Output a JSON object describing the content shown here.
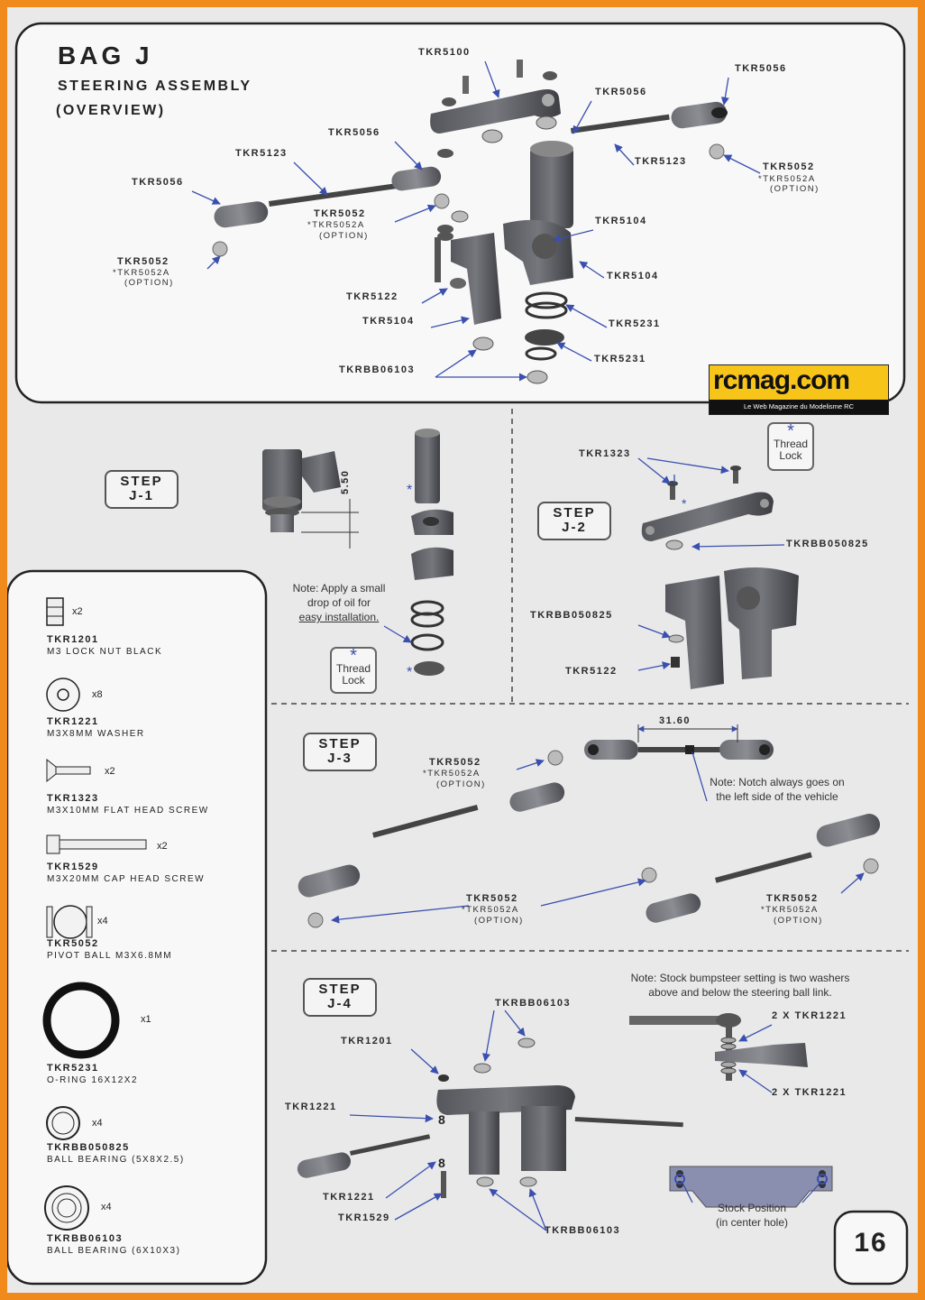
{
  "header": {
    "title": "Bag J",
    "subtitle": "Steering Assembly",
    "paren": "(overview)"
  },
  "overview_labels": {
    "tkr5100": "TKR5100",
    "tkr5056_top": "TKR5056",
    "tkr5056_mid": "TKR5056",
    "tkr5056_left": "TKR5056",
    "tkr5056_left2": "TKR5056",
    "tkr5123_left": "TKR5123",
    "tkr5123_right": "TKR5123",
    "tkr5052_mid": "TKR5052",
    "tkr5052a_mid": "*TKR5052A",
    "option_mid": "(Option)",
    "tkr5052_left": "TKR5052",
    "tkr5052a_left": "*TKR5052A",
    "option_left": "(Option)",
    "tkr5052_right": "TKR5052",
    "tkr5052a_right": "*TKR5052A",
    "option_right": "(Option)",
    "tkr5104_a": "TKR5104",
    "tkr5104_b": "TKR5104",
    "tkr5104_c": "TKR5104",
    "tkr5122": "TKR5122",
    "tkr5231_a": "TKR5231",
    "tkr5231_b": "TKR5231",
    "tkrbb06103": "TKRBB06103"
  },
  "logo": {
    "text": "rcmag.com",
    "tagline": "Le Web Magazine du Modelisme RC"
  },
  "step_j1": {
    "label1": "Step",
    "label2": "J-1",
    "dimension": "5.50",
    "note": [
      "Note: Apply a small",
      "drop of oil for",
      "easy installation."
    ],
    "threadlock": [
      "Thread",
      "Lock"
    ],
    "asterisk": "*"
  },
  "step_j2": {
    "label1": "Step",
    "label2": "J-2",
    "tkr1323": "TKR1323",
    "bb0508_right": "TKRBB050825",
    "bb0508_left": "TKRBB050825",
    "tkr5122": "TKR5122",
    "threadlock": [
      "Thread",
      "Lock"
    ],
    "asterisk": "*"
  },
  "step_j3": {
    "label1": "Step",
    "label2": "J-3",
    "dimension": "31.60",
    "note": [
      "Note: Notch always goes on",
      "the left side of the vehicle"
    ],
    "a_code": "TKR5052",
    "a_alt": "*TKR5052A",
    "a_opt": "(Option)",
    "b_code": "TKR5052",
    "b_alt": "*TKR5052A",
    "b_opt": "(Option)",
    "c_code": "TKR5052",
    "c_alt": "*TKR5052A",
    "c_opt": "(Option)"
  },
  "step_j4": {
    "label1": "Step",
    "label2": "J-4",
    "note": [
      "Note: Stock bumpsteer setting is two washers",
      "above and below the steering ball link."
    ],
    "bb06103_top": "TKRBB06103",
    "tkr1201": "TKR1201",
    "tkr1221_a": "TKR1221",
    "tkr1221_b": "TKR1221",
    "tkr1529": "TKR1529",
    "bb06103_bot": "TKRBB06103",
    "washers_top": "2 x TKR1221",
    "washers_bot": "2 x TKR1221",
    "stock": [
      "Stock Position",
      "(in center hole)"
    ]
  },
  "hardware": [
    {
      "code": "TKR1201",
      "name": "M3 Lock Nut Black",
      "qty": "x2",
      "icon": "lock-nut-icon"
    },
    {
      "code": "TKR1221",
      "name": "M3x8mm Washer",
      "qty": "x8",
      "icon": "washer-icon"
    },
    {
      "code": "TKR1323",
      "name": "M3x10mm Flat Head Screw",
      "qty": "x2",
      "icon": "flat-head-screw-icon"
    },
    {
      "code": "TKR1529",
      "name": "M3x20mm Cap Head Screw",
      "qty": "x2",
      "icon": "cap-head-screw-icon"
    },
    {
      "code": "TKR5052",
      "name": "Pivot Ball M3x6.8mm",
      "qty": "x4",
      "icon": "pivot-ball-icon"
    },
    {
      "code": "TKR5231",
      "name": "O-ring 16x12x2",
      "qty": "x1",
      "icon": "o-ring-icon"
    },
    {
      "code": "TKRBB050825",
      "name": "Ball Bearing (5x8x2.5)",
      "qty": "x4",
      "icon": "ball-bearing-small-icon"
    },
    {
      "code": "TKRBB06103",
      "name": "Ball Bearing (6x10x3)",
      "qty": "x4",
      "icon": "ball-bearing-large-icon"
    }
  ],
  "page_number": "16",
  "colors": {
    "border": "#f08a1c",
    "part": "#5f6066",
    "arrow": "#3a4fae"
  }
}
